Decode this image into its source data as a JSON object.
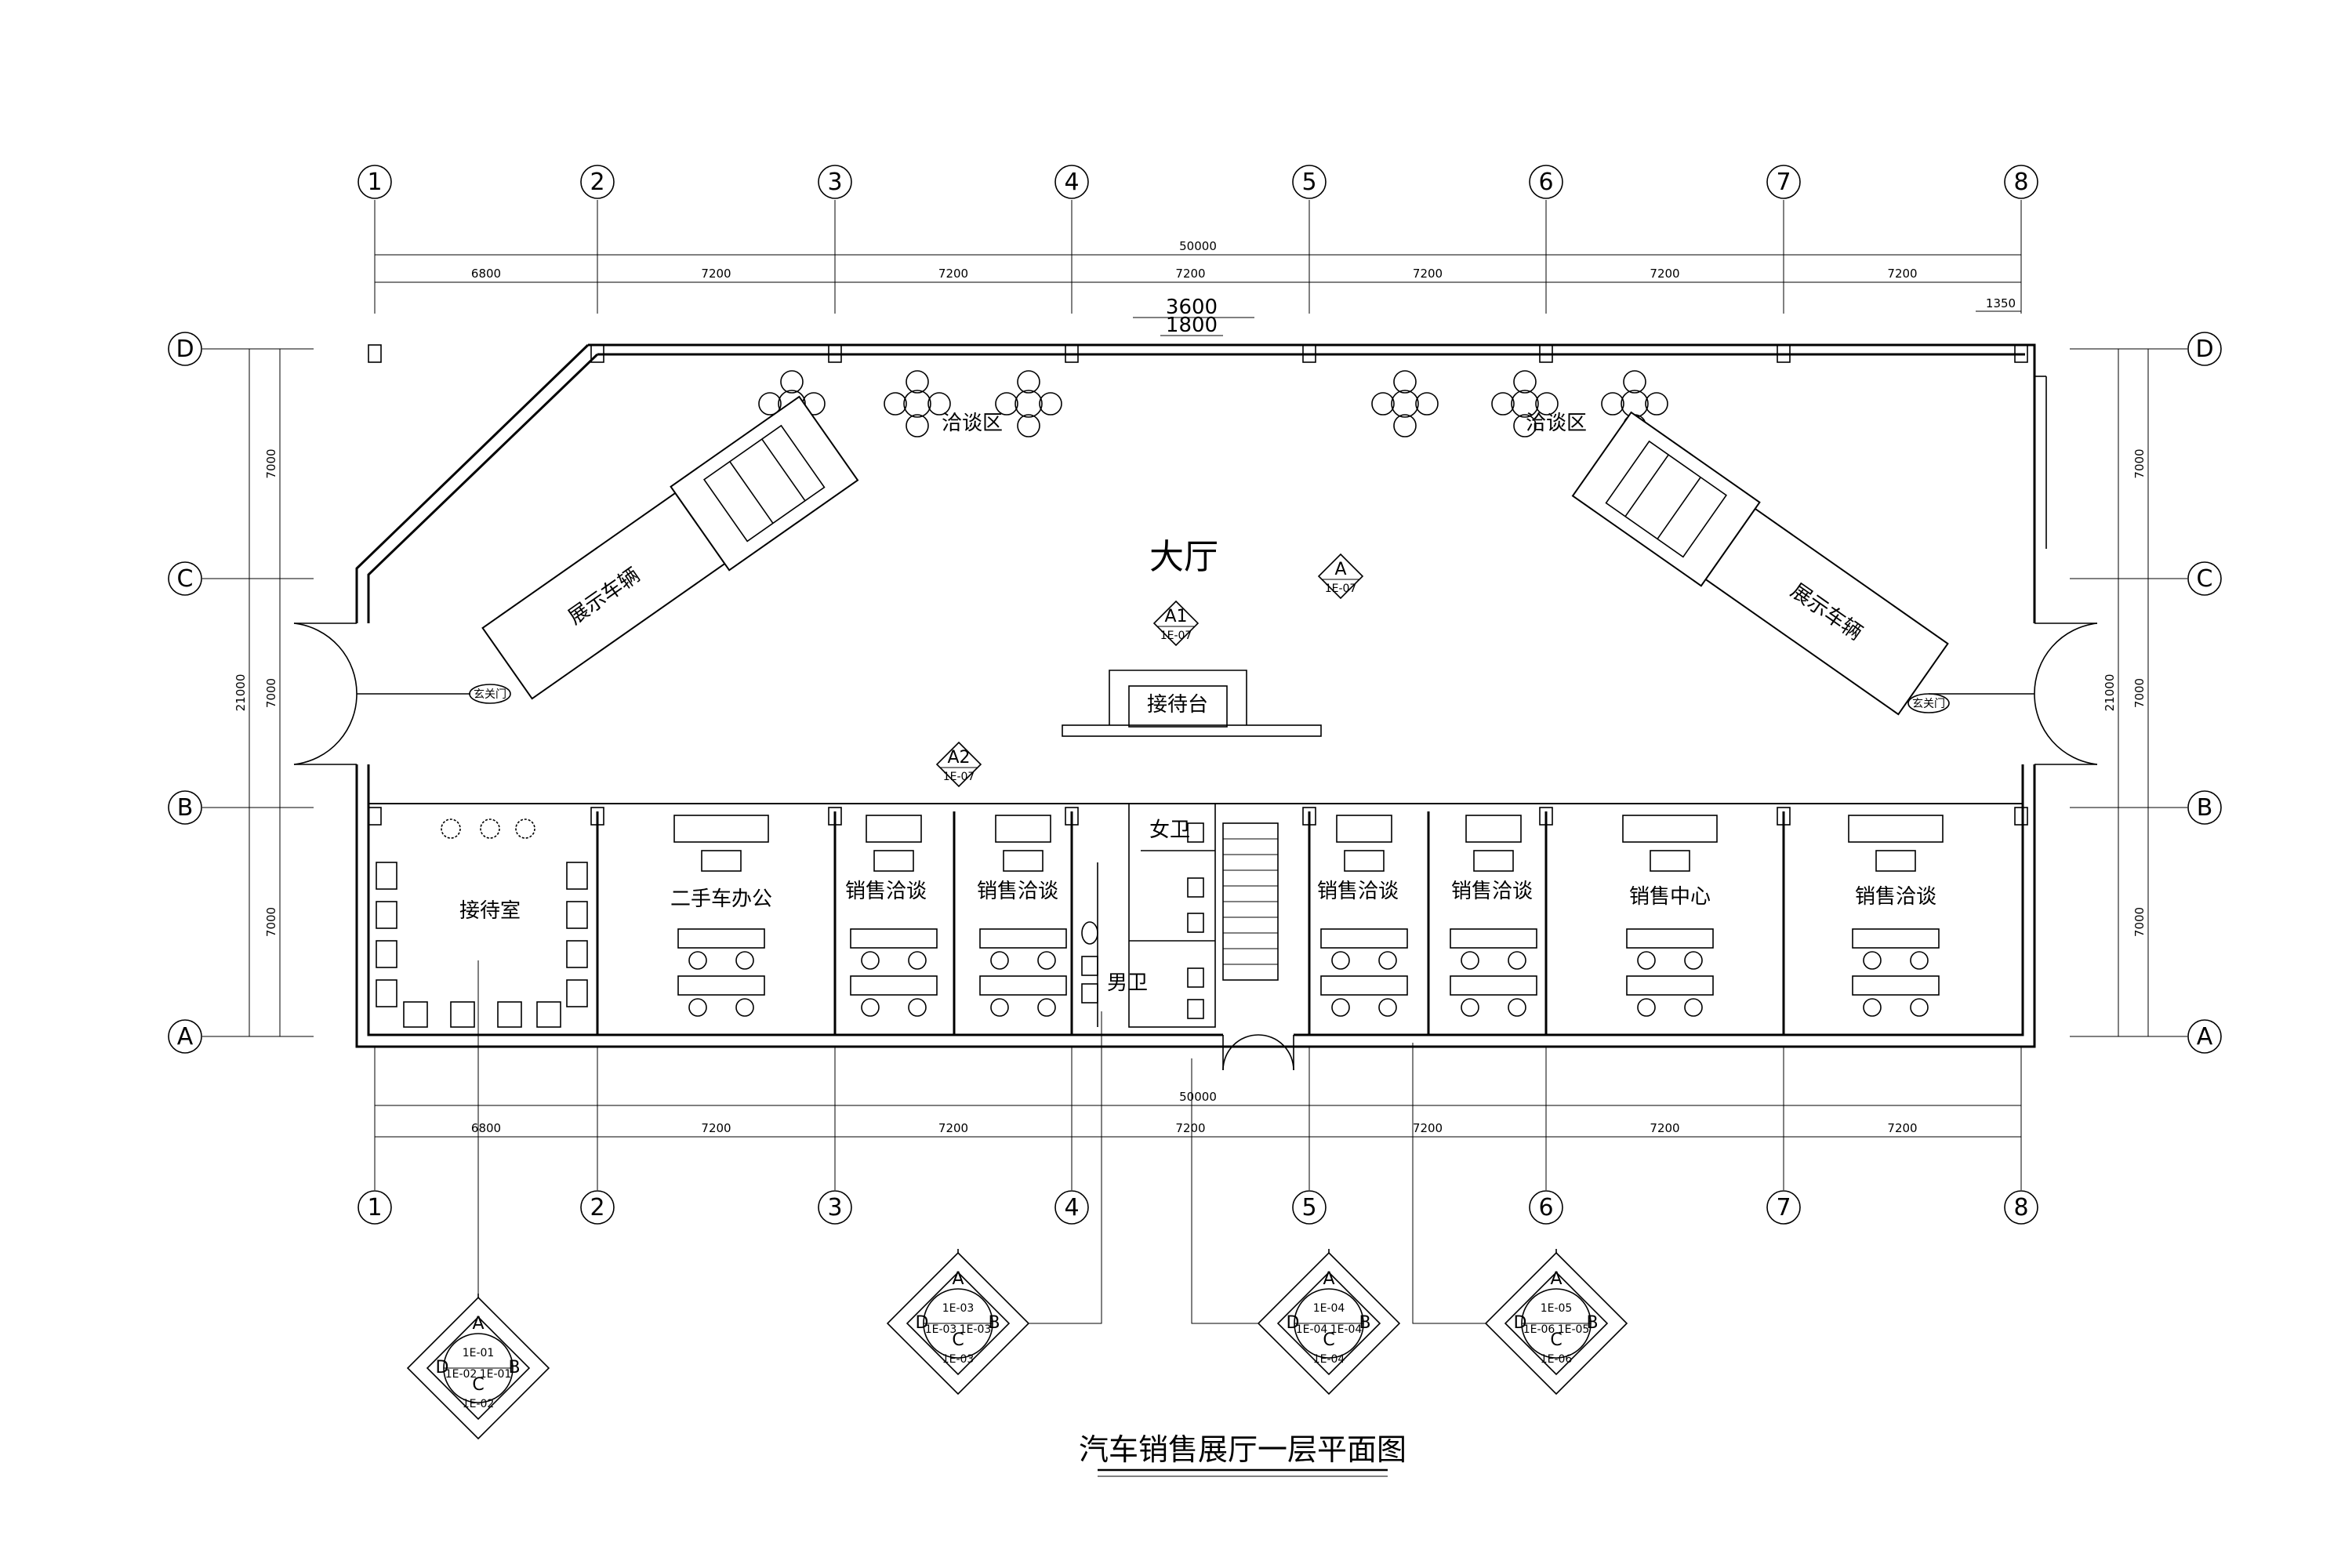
{
  "title": "汽车销售展厅一层平面图",
  "axes": {
    "columns": [
      "1",
      "2",
      "3",
      "4",
      "5",
      "6",
      "7",
      "8"
    ],
    "rows": [
      "D",
      "C",
      "B",
      "A"
    ]
  },
  "dimensions": {
    "total_horizontal": "50000",
    "horizontal_segments": [
      "6800",
      "7200",
      "7200",
      "7200",
      "7200",
      "7200",
      "7200"
    ],
    "door_opening_outer": "3600",
    "door_opening_inner": "1800",
    "corner_offset": "1350",
    "total_vertical": "21000",
    "vertical_segments": [
      "7000",
      "7000",
      "7000"
    ]
  },
  "rooms": {
    "hall": "大厅",
    "negotiation_area_left": "洽谈区",
    "negotiation_area_right": "洽谈区",
    "display_car_left": "展示车辆",
    "display_car_right": "展示车辆",
    "reception_desk": "接待台",
    "reception_room": "接待室",
    "used_car_office": "二手车办公",
    "sales_talk_1": "销售洽谈",
    "sales_talk_2": "销售洽谈",
    "sales_talk_3": "销售洽谈",
    "sales_talk_4": "销售洽谈",
    "sales_center": "销售中心",
    "sales_talk_5": "销售洽谈",
    "female_toilet": "女卫",
    "male_toilet": "男卫",
    "door_left": "玄关门",
    "door_right": "玄关门"
  },
  "section_markers": [
    {
      "letter": "A",
      "ref": "1E-07"
    },
    {
      "letter": "A1",
      "ref": "1E-07"
    },
    {
      "letter": "A2",
      "ref": "1E-07"
    }
  ],
  "elevation_index": [
    {
      "a": "1E-01",
      "b": "1E-01",
      "c": "1E-02",
      "d": "1E-02"
    },
    {
      "a": "1E-03",
      "b": "1E-03",
      "c": "1E-03",
      "d": "1E-03"
    },
    {
      "a": "1E-04",
      "b": "1E-04",
      "c": "1E-04",
      "d": "1E-04"
    },
    {
      "a": "1E-05",
      "b": "1E-05",
      "c": "1E-06",
      "d": "1E-06"
    }
  ],
  "index_letters": [
    "A",
    "B",
    "C",
    "D"
  ]
}
